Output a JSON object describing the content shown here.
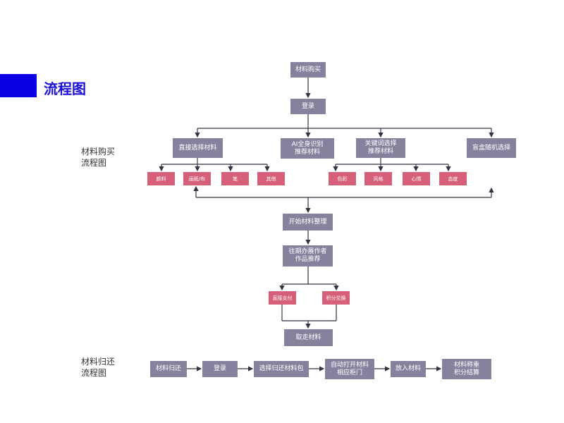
{
  "title": "流程图",
  "sections": {
    "purchase": "材料购买\n流程图",
    "return": "材料归还\n流程图"
  },
  "purchase": {
    "buy": "材料购买",
    "login": "登录",
    "direct": "直接选择材料",
    "ai": "AI全身识别\n推荐材料",
    "keyword": "关键词选择\n推荐材料",
    "blind": "盲盒随机选择",
    "direct_items": [
      "颜料",
      "画纸/布",
      "笔",
      "其他"
    ],
    "keyword_items": [
      "色彩",
      "风格",
      "心情",
      "态度"
    ],
    "organize": "开始材料整理",
    "recommend": "往期办展作者\n作品推荐",
    "pay": [
      "直接支付",
      "积分兑换"
    ],
    "take": "取走材料"
  },
  "return": [
    "材料归还",
    "登录",
    "选择归还材料包",
    "自动打开材料\n相应柜门",
    "放入材料",
    "材料称重\n积分结算"
  ],
  "colors": {
    "accent": "#0a00e6",
    "box": "#86829e",
    "pink": "#d6607a",
    "line": "#333344"
  }
}
